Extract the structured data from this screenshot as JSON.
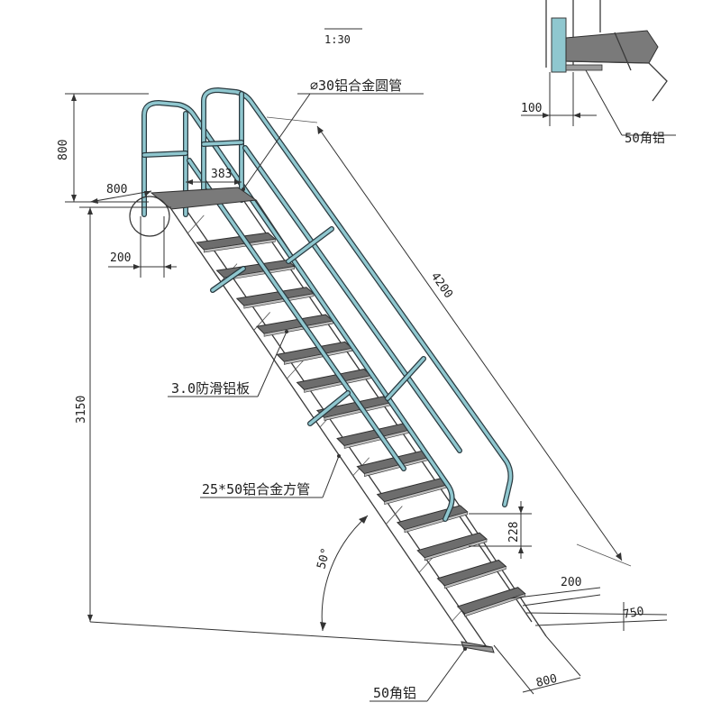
{
  "drawing": {
    "scale_label": "1:30",
    "rail_color": "#8fc7cf",
    "rail_outline_color": "#2a3a40",
    "tread_color": "#6d6d6d",
    "dimensions": {
      "rail_height": "800",
      "platform_depth": "800",
      "handrail_spacing": "383",
      "edge_offset": "200",
      "total_height": "3150",
      "diagonal_length": "4200",
      "riser_height": "228",
      "step_width": "800",
      "tread_depth": "200",
      "stair_width": "750",
      "inclination": "50°",
      "detail_offset": "100"
    },
    "callouts": {
      "round_tube": "∅30铝合金圆管",
      "tread_plate": "3.0防滑铝板",
      "square_tube": "25*50铝合金方管",
      "bottom_angle": "50角铝",
      "detail_angle": "50角铝"
    }
  }
}
